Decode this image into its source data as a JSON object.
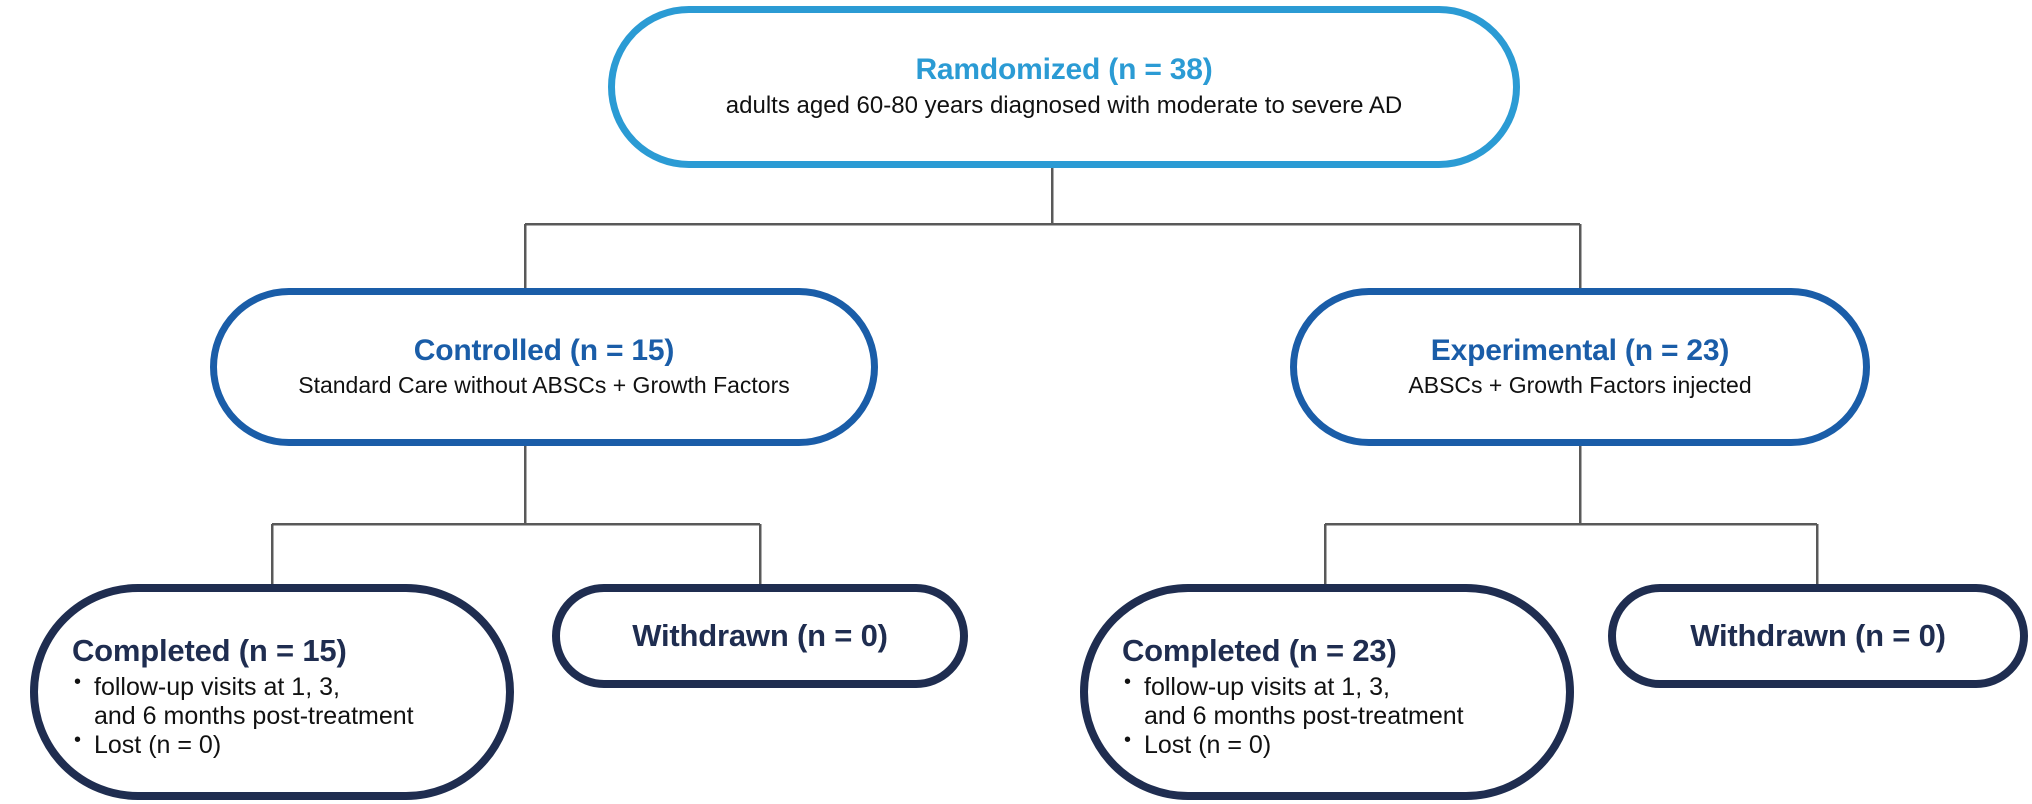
{
  "diagram": {
    "type": "consort-flow-diagram",
    "colors": {
      "tier1_accent": "#2B9BD4",
      "tier2_accent": "#1A5DA8",
      "tier3_accent": "#1F2D50",
      "connector": "#595959",
      "background": "#FFFFFF",
      "body_text": "#111111"
    },
    "nodes": {
      "randomized": {
        "title": "Ramdomized (n = 38)",
        "subtitle": "adults aged 60-80 years diagnosed with moderate to severe AD"
      },
      "controlled": {
        "title": "Controlled (n = 15)",
        "subtitle": "Standard Care without ABSCs + Growth Factors"
      },
      "experimental": {
        "title": "Experimental (n = 23)",
        "subtitle": "ABSCs + Growth Factors injected"
      },
      "controlled_completed": {
        "title": "Completed (n = 15)",
        "bullets": [
          "follow-up visits at 1, 3,\nand 6 months post-treatment",
          "Lost (n = 0)"
        ]
      },
      "controlled_withdrawn": {
        "title": "Withdrawn (n = 0)"
      },
      "experimental_completed": {
        "title": "Completed (n = 23)",
        "bullets": [
          "follow-up visits at 1, 3,\nand 6 months post-treatment",
          "Lost (n = 0)"
        ]
      },
      "experimental_withdrawn": {
        "title": "Withdrawn (n = 0)"
      }
    }
  }
}
